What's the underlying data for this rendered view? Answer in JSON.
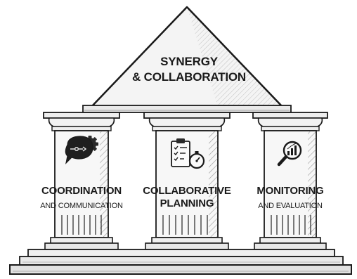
{
  "roof": {
    "line1": "SYNERGY",
    "line2": "& COLLABORATION"
  },
  "pillars": [
    {
      "title": "COORDINATION",
      "subtitle": "AND COMMUNICATION",
      "icon": "speech-bubbles-gear-icon"
    },
    {
      "title": "COLLABORATIVE",
      "title2": "PLANNING",
      "icon": "checklist-stopwatch-icon"
    },
    {
      "title": "MONITORING",
      "subtitle": "AND EVALUATION",
      "icon": "magnifier-bar-chart-icon"
    }
  ],
  "colors": {
    "ink": "#1a1a1a",
    "column": "#f6f6f6",
    "shade": "#cfcfcf",
    "background": "#ffffff"
  }
}
